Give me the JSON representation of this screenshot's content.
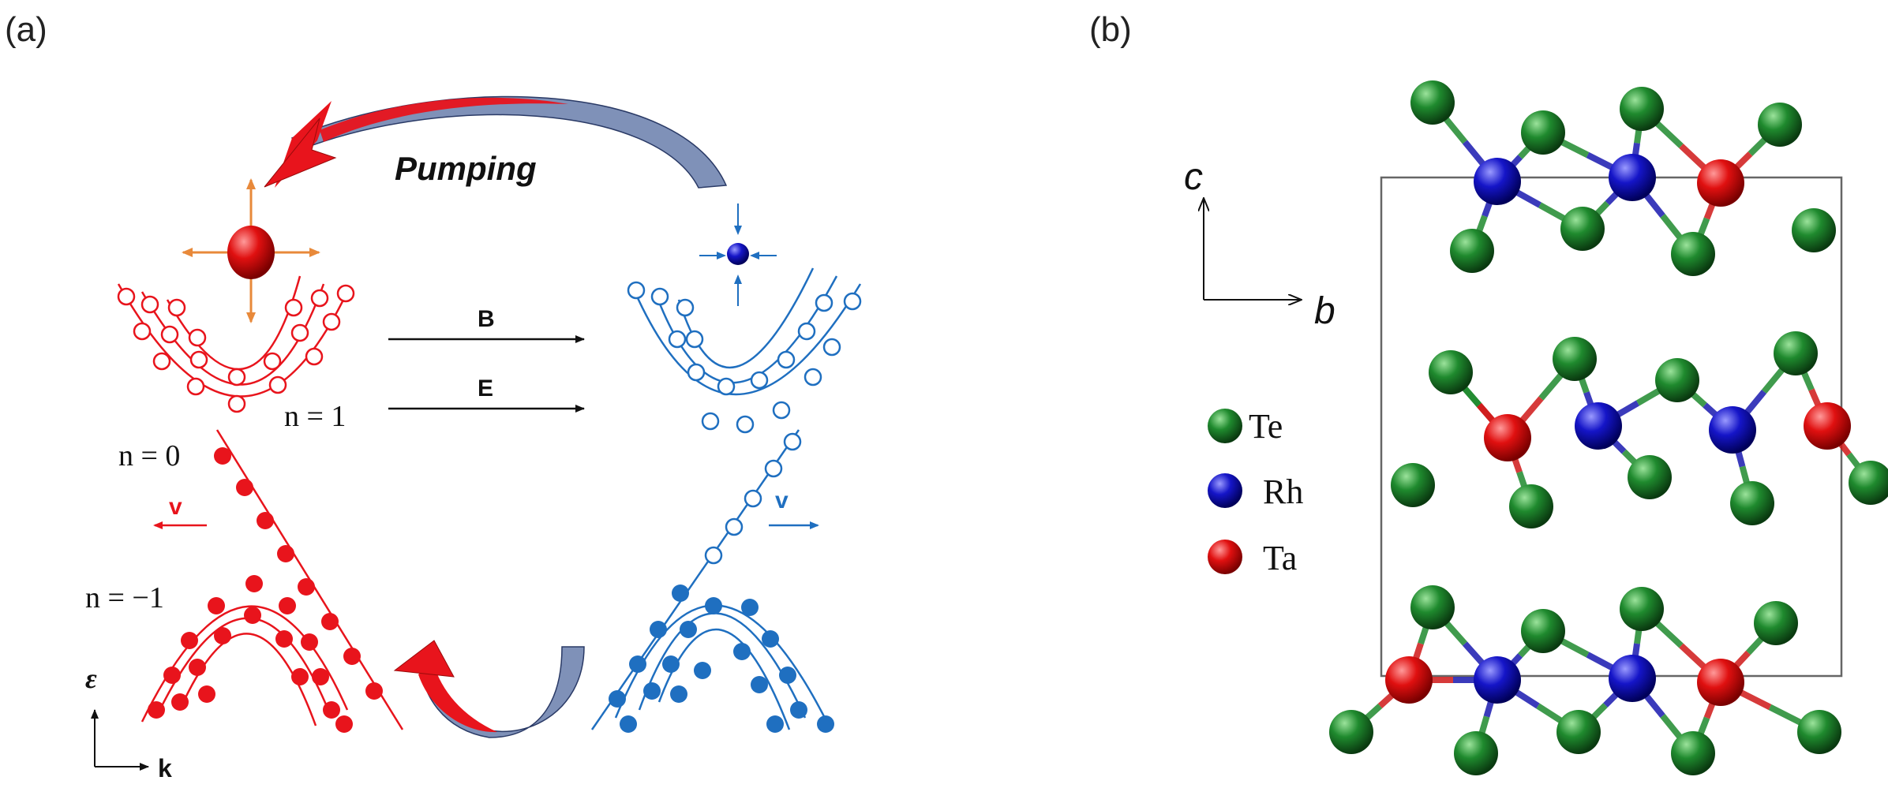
{
  "panel_a": {
    "label": "(a)",
    "pumping_label": "Pumping",
    "b_label": "B",
    "e_label": "E",
    "n1_label": "n = 1",
    "n0_label": "n = 0",
    "nm1_label": "n = −1",
    "v_left_label": "v",
    "v_right_label": "v",
    "energy_axis_label": "ε",
    "k_axis_label": "k",
    "colors": {
      "red": "#e8141c",
      "blue": "#1f6fc0",
      "orange": "#e8893a",
      "slate": "#7f91b8"
    }
  },
  "panel_b": {
    "label": "(b)",
    "axis_c": "c",
    "axis_b": "b",
    "legend": [
      {
        "name": "Te",
        "color": "#1f8a2e"
      },
      {
        "name": "Rh",
        "color": "#1a1ab0"
      },
      {
        "name": "Ta",
        "color": "#d01818"
      }
    ]
  }
}
